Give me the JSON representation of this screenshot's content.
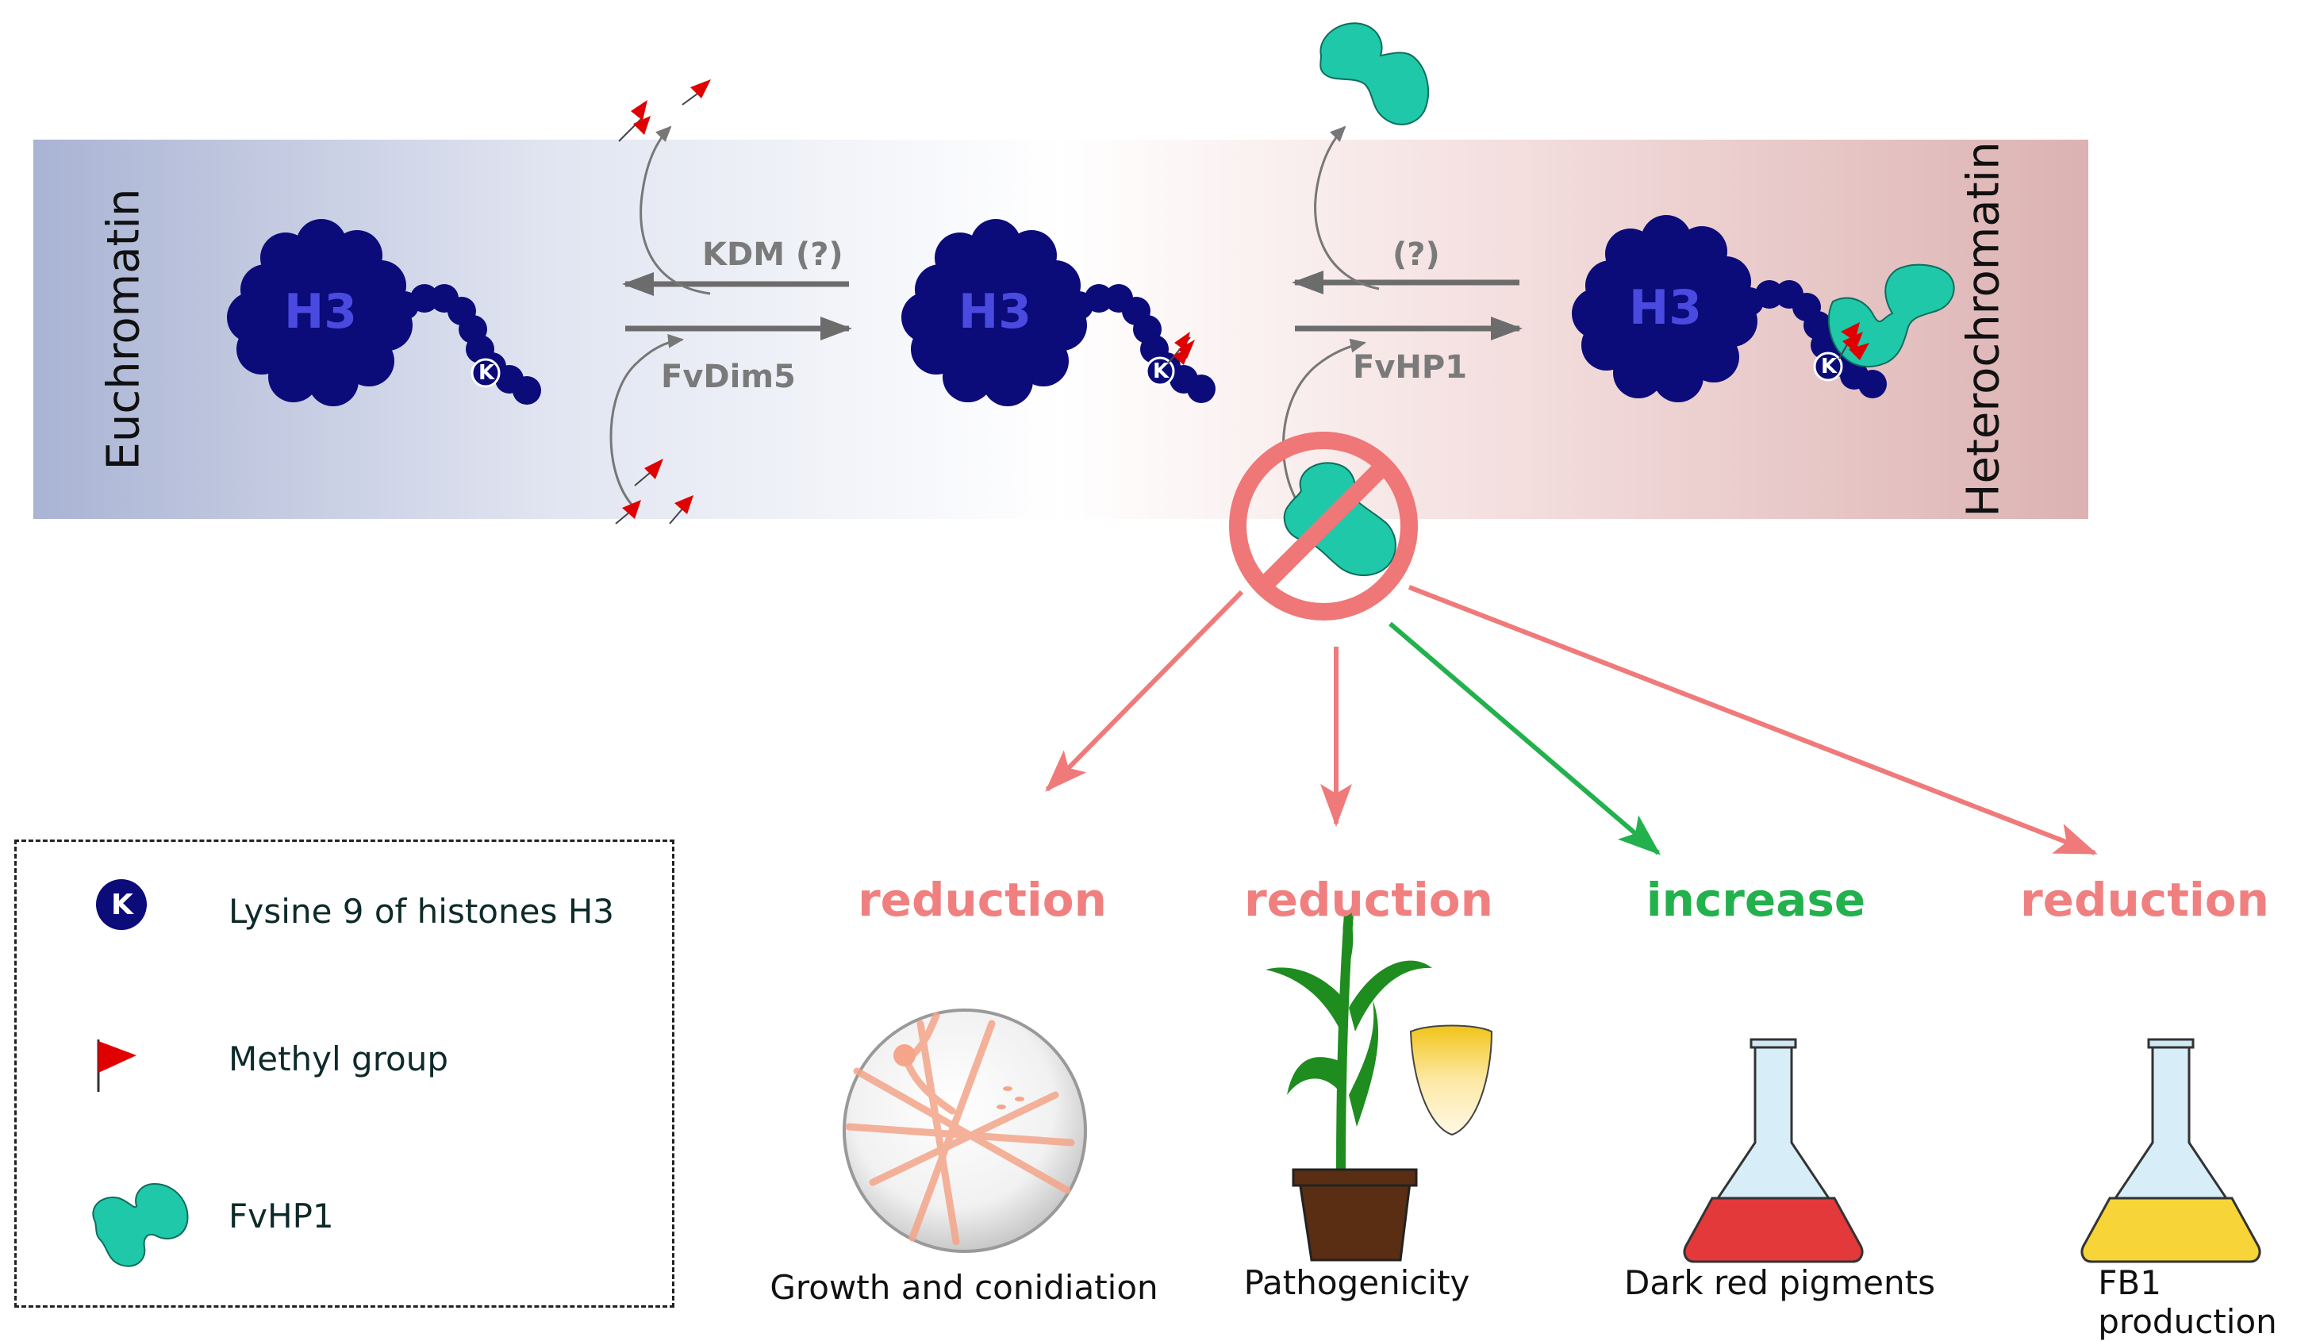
{
  "band": {
    "left_label": "Euchromatin",
    "right_label": "Heterochromatin",
    "colors": {
      "left": "#a9b3d3",
      "middle": "#ffffff",
      "right": "#dcb2b2"
    }
  },
  "histones": [
    {
      "label": "H3",
      "residue": "K",
      "state": "unmethylated"
    },
    {
      "label": "H3",
      "residue": "K",
      "state": "methylated"
    },
    {
      "label": "H3",
      "residue": "K",
      "state": "methylated-bound-FvHP1"
    }
  ],
  "reactions": {
    "step1_reverse": "KDM (?)",
    "step1_forward": "FvDim5",
    "step2_reverse": "(?)",
    "step2_forward": "FvHP1"
  },
  "outcomes": [
    {
      "label": "reduction",
      "caption": "Growth and conidiation",
      "color": "#f08080"
    },
    {
      "label": "reduction",
      "caption": "Pathogenicity",
      "color": "#f08080"
    },
    {
      "label": "increase",
      "caption": "Dark red pigments",
      "color": "#22b14c"
    },
    {
      "label": "reduction",
      "caption": "FB1 production",
      "color": "#f08080"
    }
  ],
  "legend": {
    "items": [
      {
        "icon": "lysine-icon",
        "glyph": "K",
        "text": "Lysine 9 of histones H3"
      },
      {
        "icon": "methyl-flag-icon",
        "text": "Methyl group"
      },
      {
        "icon": "fvhp1-icon",
        "text": "FvHP1"
      }
    ]
  },
  "colors": {
    "histone": "#0b0b7a",
    "fvhp1": "#1fc8a8",
    "methyl": "#e00000",
    "arrow": "#777777",
    "prohibit": "#ef7777"
  }
}
